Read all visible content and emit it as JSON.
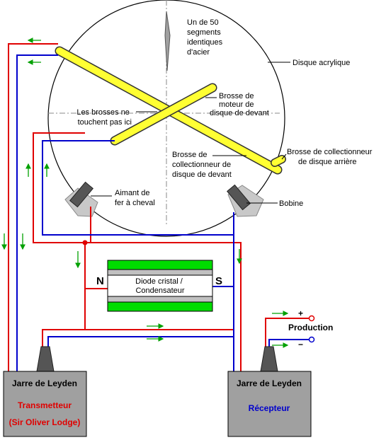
{
  "labels": {
    "segments": [
      "Un de 50",
      "segments",
      "identiques",
      "d'acier"
    ],
    "disk": "Disque acrylique",
    "motor_brush": [
      "Brosse de",
      "moteur de",
      "disque de devant"
    ],
    "no_touch": [
      "Les brosses ne",
      "touchent pas ici"
    ],
    "rear_brush": [
      "Brosse de collectionneur",
      "de disque arrière"
    ],
    "front_collector": [
      "Brosse de",
      "collectionneur de",
      "disque de devant"
    ],
    "magnet": [
      "Aimant de",
      "fer à cheval"
    ],
    "coil": "Bobine",
    "pole_n": "N",
    "pole_s": "S",
    "diode": [
      "Diode cristal /",
      "Condensateur"
    ],
    "plus": "+",
    "minus": "−",
    "production": "Production",
    "jar_left_title": "Jarre de Leyden",
    "jar_left_role": "Transmetteur",
    "jar_left_credit": "(Sir Oliver Lodge)",
    "jar_right_title": "Jarre de Leyden",
    "jar_right_role": "Récepteur"
  },
  "colors": {
    "red_wire": "#e00000",
    "blue_wire": "#0000cc",
    "arrow": "#00a000",
    "brush": "#ffff33",
    "capacitor_green": "#00dd00",
    "jar_grey": "#a0a0a0"
  }
}
